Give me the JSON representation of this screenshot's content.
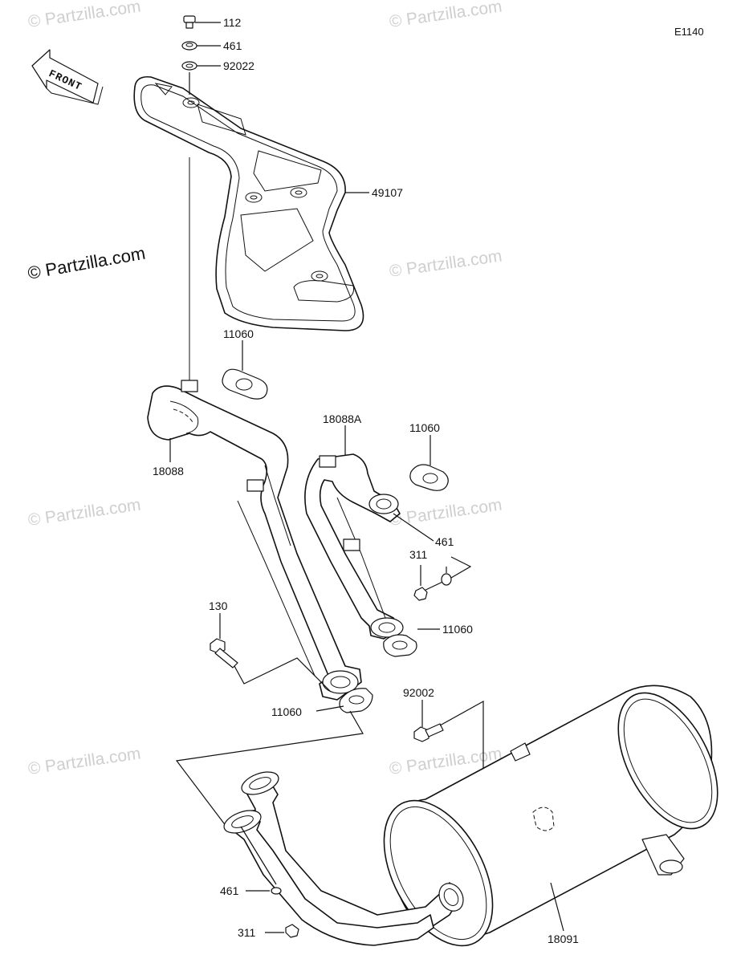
{
  "diagram_code": "E1140",
  "front_label": "FRONT",
  "copyright": "© Partzilla.com",
  "watermark": "© Partzilla.com",
  "labels": {
    "p112": "112",
    "p461_top": "461",
    "p92022": "92022",
    "p49107": "49107",
    "p11060_a": "11060",
    "p18088": "18088",
    "p18088A": "18088A",
    "p11060_b": "11060",
    "p461_mid": "461",
    "p311_mid": "311",
    "p11060_c": "11060",
    "p130": "130",
    "p11060_d": "11060",
    "p92002": "92002",
    "p461_bot": "461",
    "p311_bot": "311",
    "p18091": "18091"
  }
}
